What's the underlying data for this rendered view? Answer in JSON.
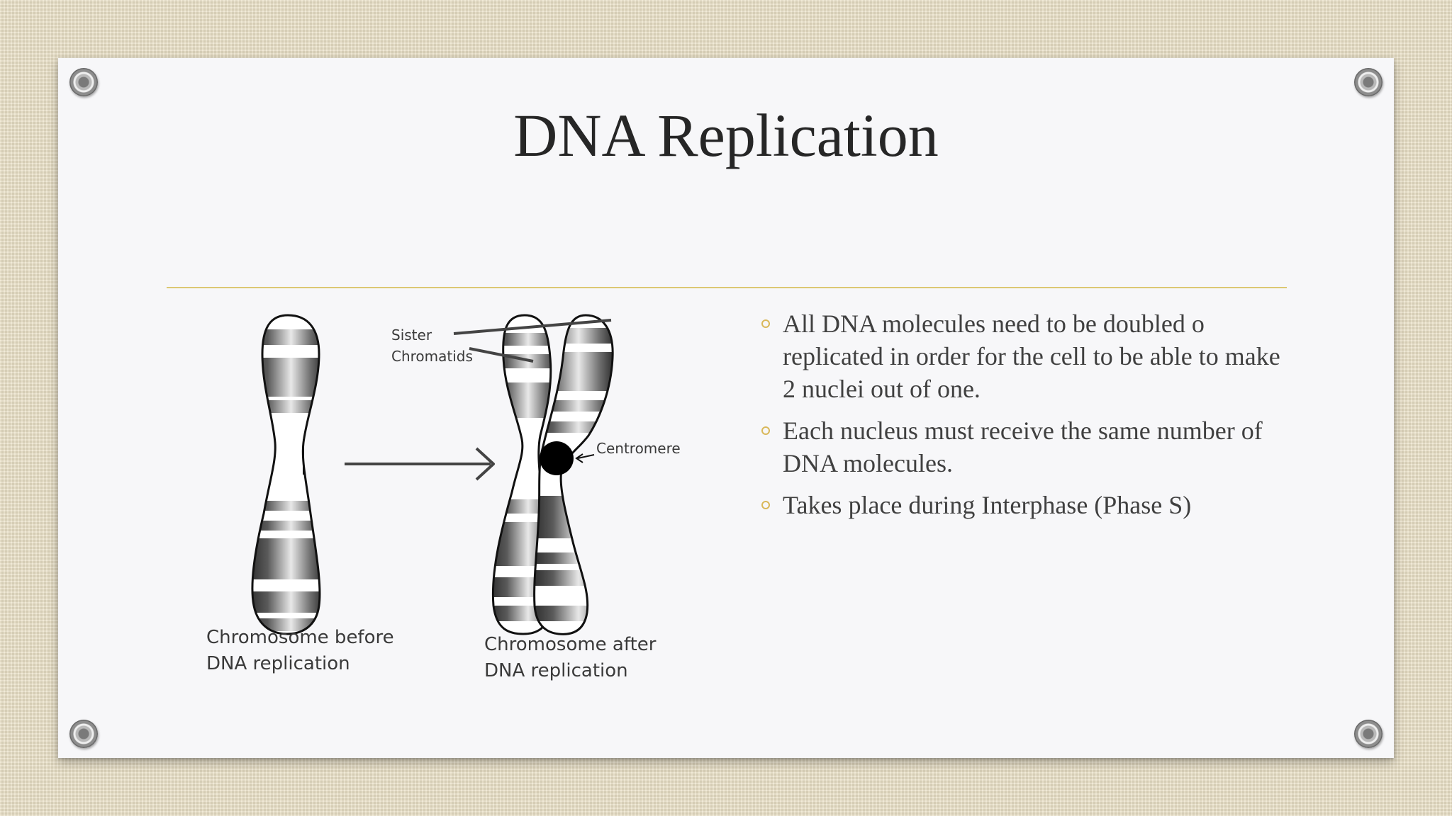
{
  "slide": {
    "title": "DNA Replication",
    "bullets": [
      "All DNA molecules need to be doubled  o replicated in order for the cell to be able to make 2 nuclei out of  one.",
      "Each nucleus must receive the same number of  DNA molecules.",
      "Takes place during Interphase (Phase S)"
    ]
  },
  "diagram": {
    "label_sister": "Sister\nChromatids",
    "label_centromere": "Centromere",
    "label_before": "Chromosome before\nDNA replication",
    "label_after": "Chromosome after\nDNA replication"
  },
  "colors": {
    "background": "#eae0c6",
    "slide": "#f7f7f9",
    "title_text": "#262626",
    "body_text": "#404040",
    "accent_rule": "#dcc873",
    "bullet": "#d9b85a"
  }
}
